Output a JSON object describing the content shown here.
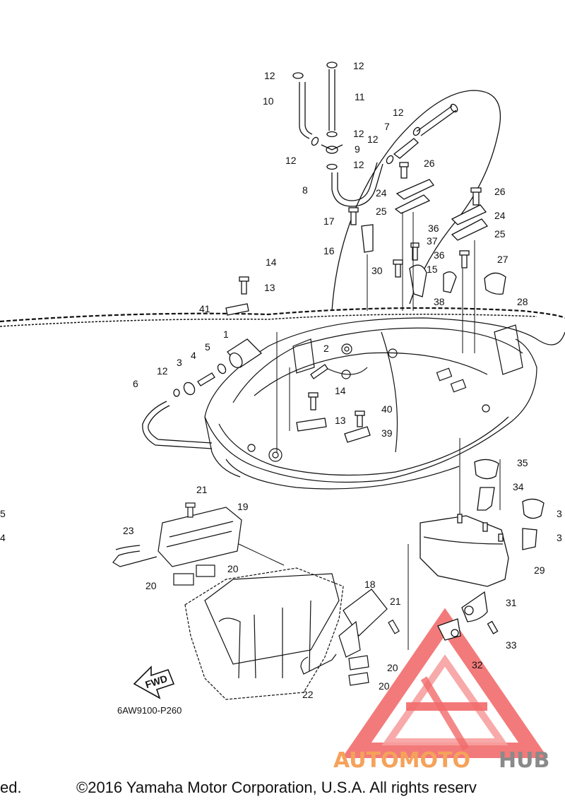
{
  "diagram": {
    "part_callouts": [
      {
        "num": "1"
      },
      {
        "num": "2"
      },
      {
        "num": "3"
      },
      {
        "num": "4"
      },
      {
        "num": "5"
      },
      {
        "num": "6"
      },
      {
        "num": "7"
      },
      {
        "num": "8"
      },
      {
        "num": "9"
      },
      {
        "num": "10"
      },
      {
        "num": "11"
      },
      {
        "num": "12"
      },
      {
        "num": "12"
      },
      {
        "num": "12"
      },
      {
        "num": "12"
      },
      {
        "num": "12"
      },
      {
        "num": "12"
      },
      {
        "num": "12"
      },
      {
        "num": "12"
      },
      {
        "num": "13"
      },
      {
        "num": "13"
      },
      {
        "num": "14"
      },
      {
        "num": "14"
      },
      {
        "num": "15"
      },
      {
        "num": "16"
      },
      {
        "num": "17"
      },
      {
        "num": "18"
      },
      {
        "num": "19"
      },
      {
        "num": "20"
      },
      {
        "num": "20"
      },
      {
        "num": "20"
      },
      {
        "num": "20"
      },
      {
        "num": "21"
      },
      {
        "num": "21"
      },
      {
        "num": "22"
      },
      {
        "num": "23"
      },
      {
        "num": "24"
      },
      {
        "num": "24"
      },
      {
        "num": "25"
      },
      {
        "num": "25"
      },
      {
        "num": "26"
      },
      {
        "num": "26"
      },
      {
        "num": "27"
      },
      {
        "num": "28"
      },
      {
        "num": "29"
      },
      {
        "num": "30"
      },
      {
        "num": "31"
      },
      {
        "num": "32"
      },
      {
        "num": "33"
      },
      {
        "num": "34"
      },
      {
        "num": "35"
      },
      {
        "num": "36"
      },
      {
        "num": "36"
      },
      {
        "num": "37"
      },
      {
        "num": "38"
      },
      {
        "num": "39"
      },
      {
        "num": "40"
      },
      {
        "num": "41"
      },
      {
        "num": "3"
      },
      {
        "num": "3"
      },
      {
        "num": "5"
      },
      {
        "num": "4"
      }
    ],
    "fwd_label": "FWD",
    "ref_code": "6AW9100-P260"
  },
  "watermark": {
    "brand_left": "AUTOMOTO",
    "brand_right": "HUB",
    "color_primary": "#f26b6b",
    "color_secondary": "#f5a25a",
    "color_dark": "#8a8a8a"
  },
  "footer": {
    "left_fragment": "ed.",
    "copyright": "©2016 Yamaha Motor Corporation, U.S.A. All rights reserv"
  }
}
